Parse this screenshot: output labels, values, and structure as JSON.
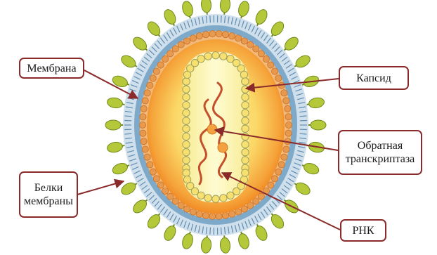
{
  "labels": {
    "membrane": "Мембрана",
    "membrane_proteins": "Белки\nмембраны",
    "capsid": "Капсид",
    "reverse_transcriptase": "Обратная\nтранскриптаза",
    "rna": "РНК"
  },
  "colors": {
    "spike": "#b5c83a",
    "spike_dark": "#6f8a1c",
    "outer_layer": "#8fb7d4",
    "lipid": "#5f8cb0",
    "inner_ring": "#e79a4d",
    "core_outer": "#f07a16",
    "core_inner": "#fde57a",
    "capsid_fill": "#fbf3a8",
    "capsid_bead": "#f6e070",
    "rna": "#c4502b",
    "enzyme": "#f2a040",
    "arrow": "#8a2a2a",
    "box_border": "#8a2a2a"
  }
}
